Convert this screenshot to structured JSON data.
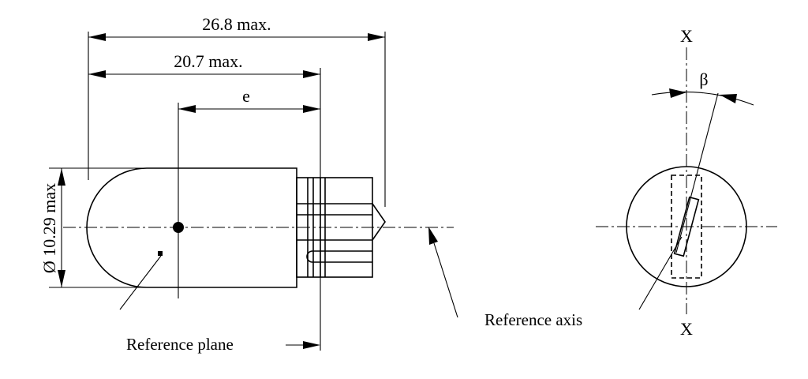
{
  "dimensions": {
    "overall_length": "26.8 max.",
    "reference_plane_distance": "20.7 max.",
    "light_center_distance": "e",
    "diameter": "Ø 10.29 max"
  },
  "labels": {
    "reference_plane": "Reference plane",
    "reference_axis": "Reference axis",
    "axis_top": "X",
    "axis_bottom": "X",
    "angle": "β"
  }
}
